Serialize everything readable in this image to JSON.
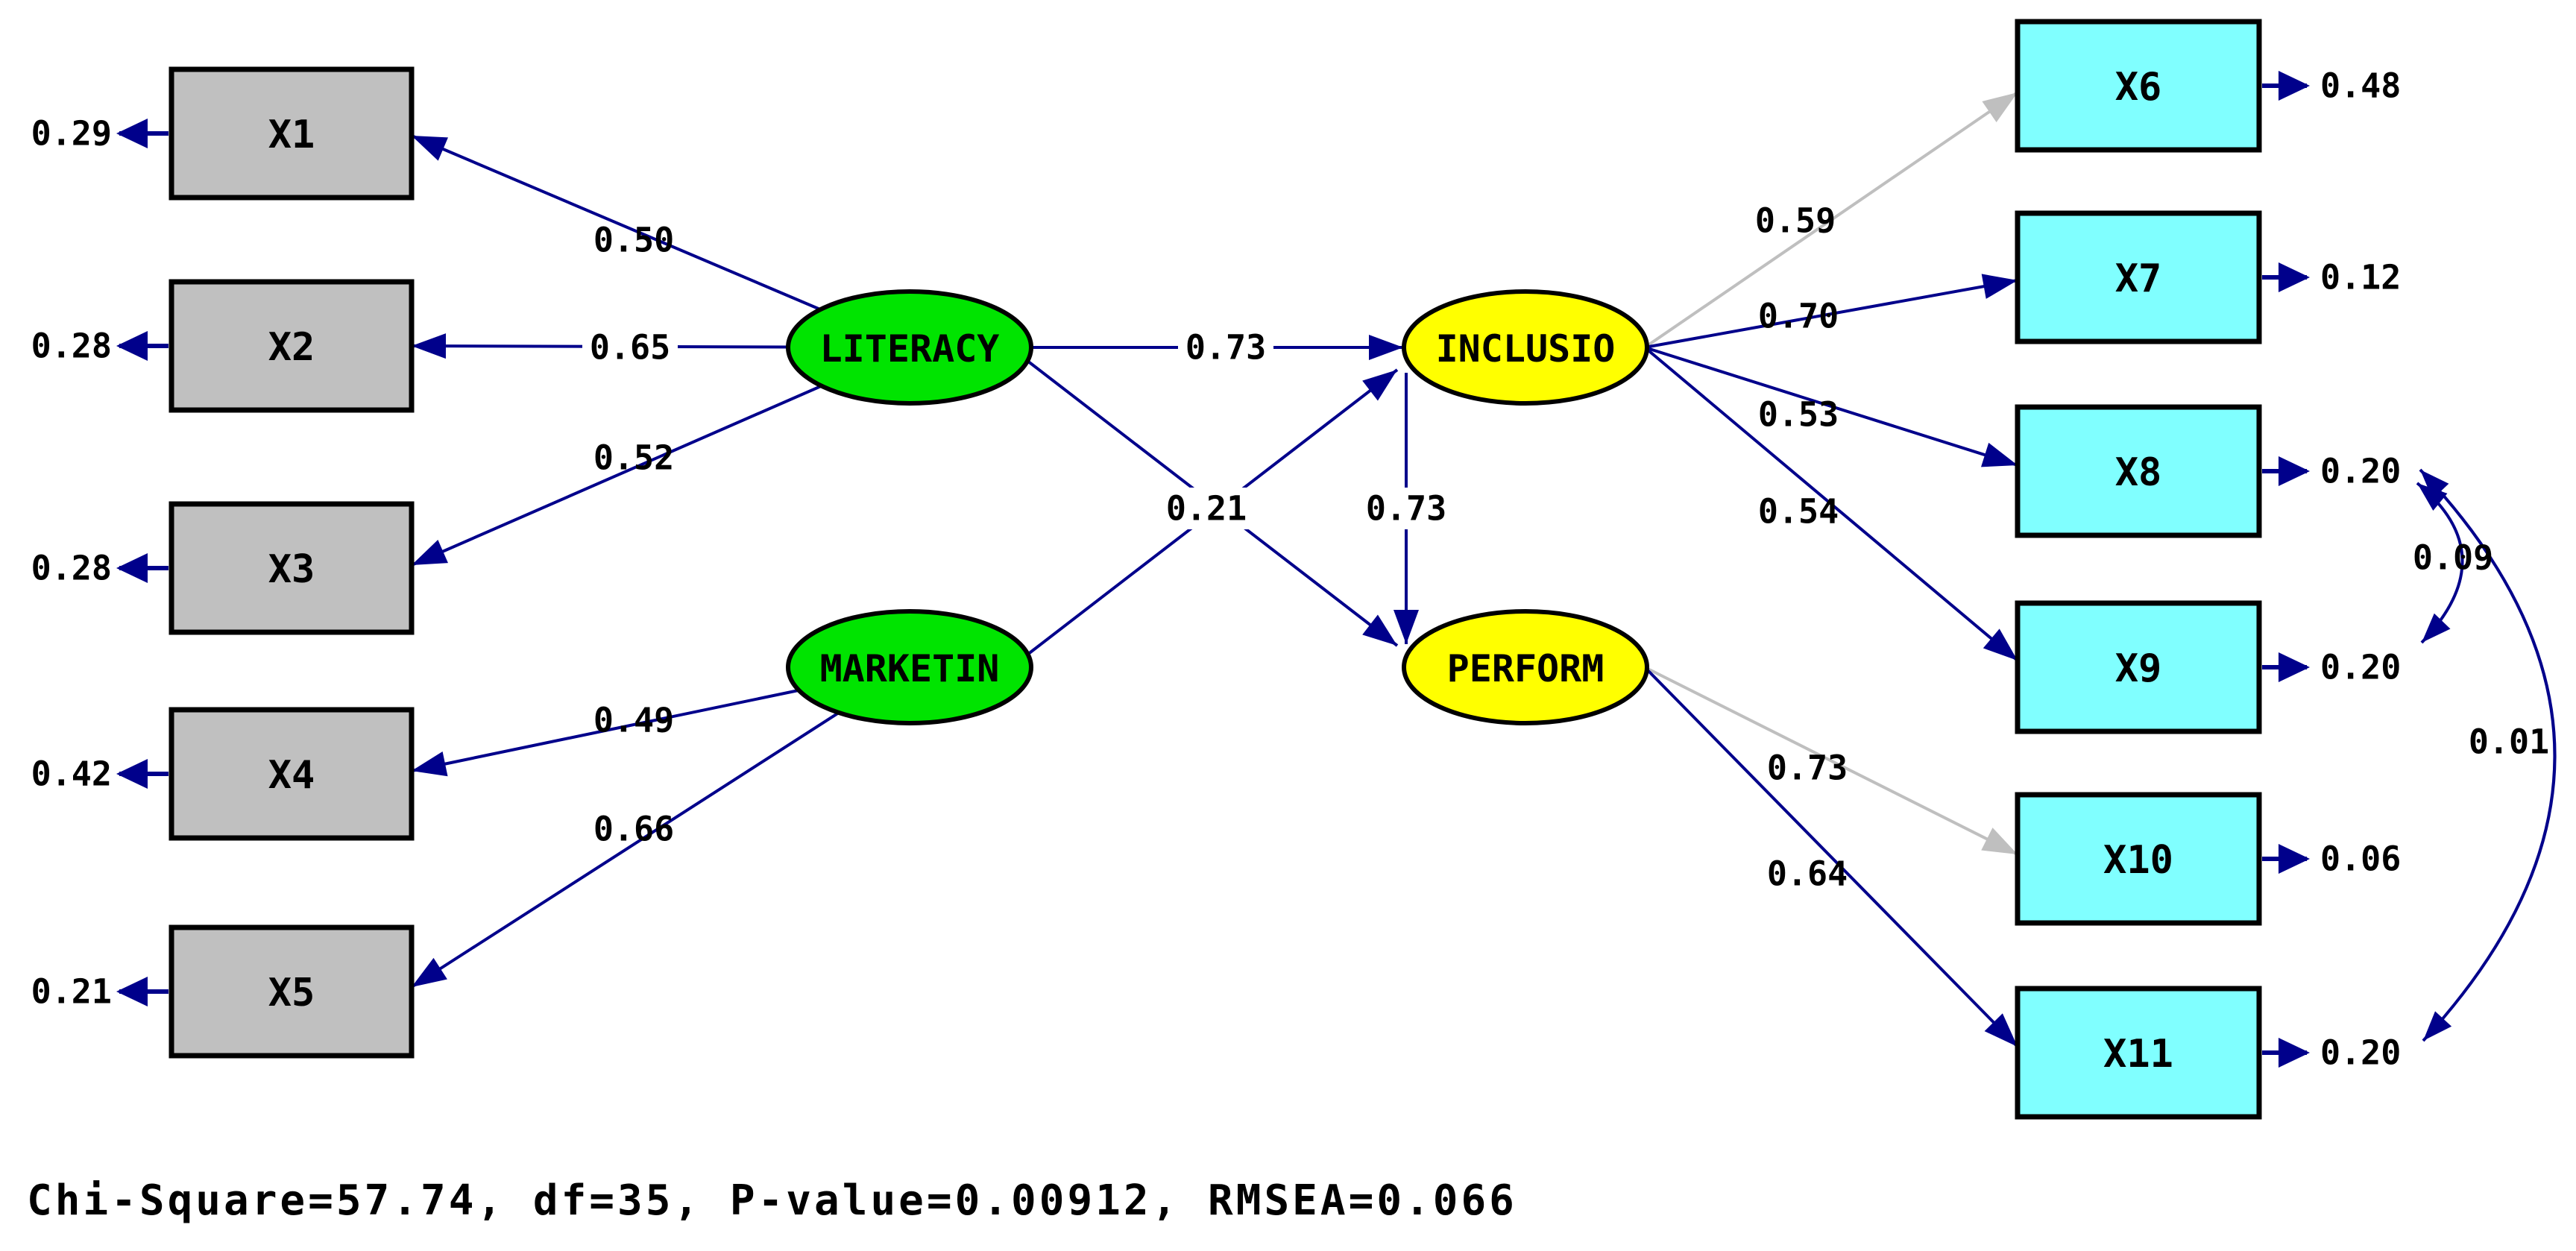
{
  "fit_statistics": "Chi-Square=57.74, df=35, P-value=0.00912, RMSEA=0.066",
  "colors": {
    "path": "#00008B",
    "nonsignificant_path": "#BFBFBF",
    "latent_exogenous_fill": "#00E400",
    "latent_endogenous_fill": "#FFFF00",
    "indicator_left_fill": "#C0C0C0",
    "indicator_right_fill": "#80FFFF",
    "outline": "#000000",
    "label_text": "#000000",
    "background": "#FFFFFF"
  },
  "latent_variables": [
    {
      "id": "LITERACY",
      "label": "LITERACY",
      "role": "exogenous"
    },
    {
      "id": "MARKETIN",
      "label": "MARKETIN",
      "role": "exogenous"
    },
    {
      "id": "INCLUSIO",
      "label": "INCLUSIO",
      "role": "endogenous"
    },
    {
      "id": "PERFORM",
      "label": "PERFORM",
      "role": "endogenous"
    }
  ],
  "indicators": [
    {
      "id": "X1",
      "label": "X1",
      "error_value": "0.29",
      "side": "left"
    },
    {
      "id": "X2",
      "label": "X2",
      "error_value": "0.28",
      "side": "left"
    },
    {
      "id": "X3",
      "label": "X3",
      "error_value": "0.28",
      "side": "left"
    },
    {
      "id": "X4",
      "label": "X4",
      "error_value": "0.42",
      "side": "left"
    },
    {
      "id": "X5",
      "label": "X5",
      "error_value": "0.21",
      "side": "left"
    },
    {
      "id": "X6",
      "label": "X6",
      "error_value": "0.48",
      "side": "right"
    },
    {
      "id": "X7",
      "label": "X7",
      "error_value": "0.12",
      "side": "right"
    },
    {
      "id": "X8",
      "label": "X8",
      "error_value": "0.20",
      "side": "right"
    },
    {
      "id": "X9",
      "label": "X9",
      "error_value": "0.20",
      "side": "right"
    },
    {
      "id": "X10",
      "label": "X10",
      "error_value": "0.06",
      "side": "right"
    },
    {
      "id": "X11",
      "label": "X11",
      "error_value": "0.20",
      "side": "right"
    }
  ],
  "loadings": [
    {
      "from": "LITERACY",
      "to": "X1",
      "value": "0.50",
      "style": "normal"
    },
    {
      "from": "LITERACY",
      "to": "X2",
      "value": "0.65",
      "style": "normal"
    },
    {
      "from": "LITERACY",
      "to": "X3",
      "value": "0.52",
      "style": "normal"
    },
    {
      "from": "MARKETIN",
      "to": "X4",
      "value": "0.49",
      "style": "normal"
    },
    {
      "from": "MARKETIN",
      "to": "X5",
      "value": "0.66",
      "style": "normal"
    },
    {
      "from": "INCLUSIO",
      "to": "X6",
      "value": "0.59",
      "style": "gray"
    },
    {
      "from": "INCLUSIO",
      "to": "X7",
      "value": "0.70",
      "style": "normal"
    },
    {
      "from": "INCLUSIO",
      "to": "X8",
      "value": "0.53",
      "style": "normal"
    },
    {
      "from": "INCLUSIO",
      "to": "X9",
      "value": "0.54",
      "style": "normal"
    },
    {
      "from": "PERFORM",
      "to": "X10",
      "value": "0.73",
      "style": "gray"
    },
    {
      "from": "PERFORM",
      "to": "X11",
      "value": "0.64",
      "style": "normal"
    }
  ],
  "structural_paths": [
    {
      "from": "LITERACY",
      "to": "INCLUSIO",
      "value": "0.73",
      "style": "normal"
    },
    {
      "from": "MARKETIN",
      "to": "INCLUSIO",
      "value": "0.21",
      "style": "normal",
      "label_note": "printed at crossing of the two diagonal paths"
    },
    {
      "from": "LITERACY",
      "to": "PERFORM",
      "value": "",
      "style": "normal"
    },
    {
      "from": "INCLUSIO",
      "to": "PERFORM",
      "value": "0.73",
      "style": "normal"
    }
  ],
  "error_covariances": [
    {
      "between": [
        "X8",
        "X9"
      ],
      "value": "0.09"
    },
    {
      "between": [
        "X8",
        "X11"
      ],
      "value": "0.01"
    }
  ]
}
